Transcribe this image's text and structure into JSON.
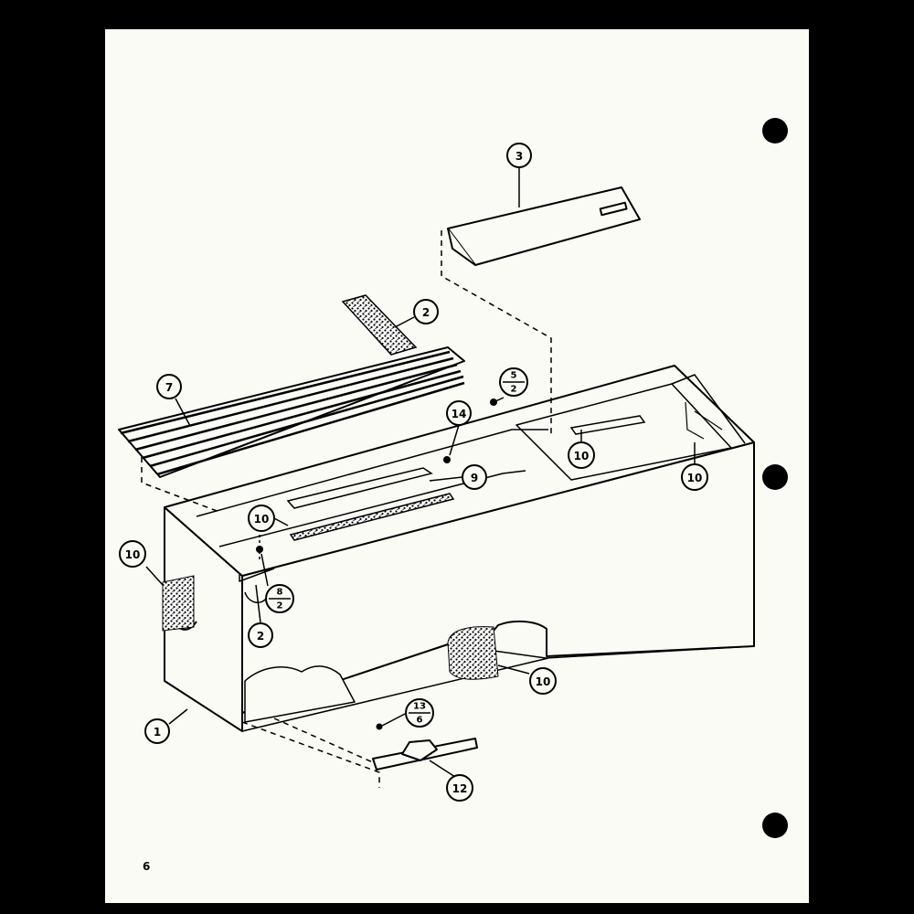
{
  "page": {
    "page_number": "6",
    "colors": {
      "paper": "#fbfbf5",
      "ink": "#000000",
      "border": "#000000"
    }
  },
  "callouts": {
    "c1": "1",
    "c2_top": "2",
    "c2_left": "2",
    "c3": "3",
    "c7": "7",
    "c9": "9",
    "c10_left": "10",
    "c10_inner": "10",
    "c10_right_a": "10",
    "c10_right_b": "10",
    "c10_bottom": "10",
    "c12": "12",
    "c14": "14"
  },
  "fractions": {
    "f_top": {
      "num": "5",
      "den": "2"
    },
    "f_mid": {
      "num": "8",
      "den": "2"
    },
    "f_bottom": {
      "num": "13",
      "den": "6"
    }
  }
}
